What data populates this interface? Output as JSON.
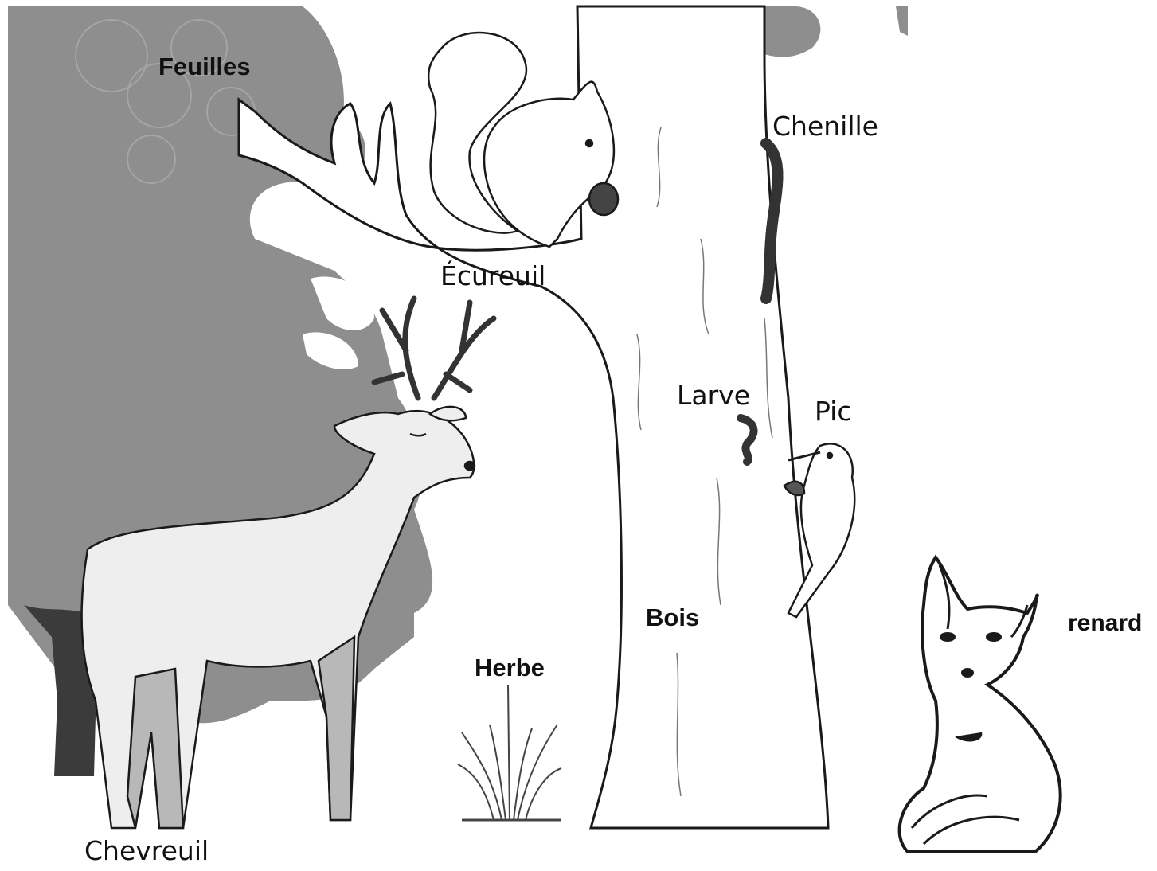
{
  "labels": {
    "feuilles": "Feuilles",
    "ecureuil": "Écureuil",
    "chenille": "Chenille",
    "larve": "Larve",
    "pic": "Pic",
    "bois": "Bois",
    "herbe": "Herbe",
    "chevreuil": "Chevreuil",
    "renard": "renard"
  },
  "colors": {
    "foliage": "#8e8e8e",
    "trunk_dark": "#3b3b3b",
    "deer_body": "#eeeeee",
    "deer_legs": "#b8b8b8",
    "outline": "#1a1a1a"
  }
}
